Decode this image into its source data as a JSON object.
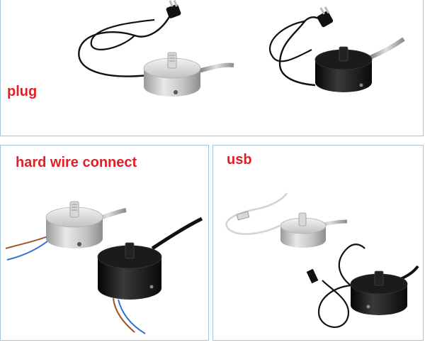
{
  "labels": {
    "plug": "plug",
    "hard_wire": "hard wire connect",
    "usb": "usb"
  },
  "colors": {
    "label_red": "#e31e24",
    "panel_border": "#9fc7e4",
    "silver_body": "#c9c9c9",
    "black_body": "#151515",
    "wire_brown": "#a0522d",
    "wire_blue": "#2f6fd6"
  }
}
